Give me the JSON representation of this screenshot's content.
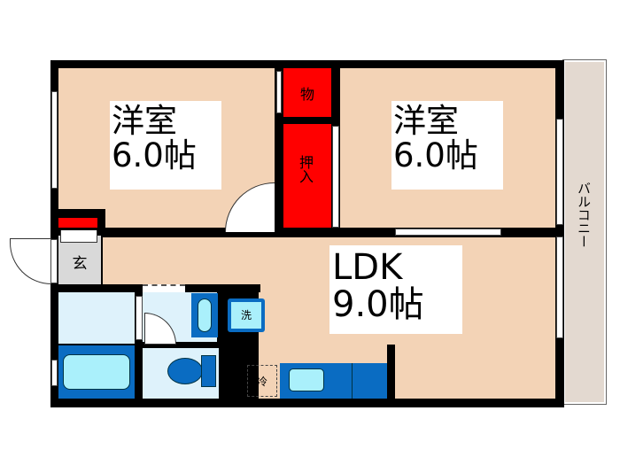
{
  "rooms": {
    "western_room_left": {
      "name": "洋室",
      "size": "6.0帖"
    },
    "western_room_right": {
      "name": "洋室",
      "size": "6.0帖"
    },
    "ldk": {
      "name": "LDK",
      "size": "9.0帖"
    },
    "storage": {
      "label": "物"
    },
    "closet": {
      "label": "押入"
    },
    "entrance": {
      "label": "玄"
    },
    "washer": {
      "label": "洗"
    },
    "fridge": {
      "label": "冷"
    },
    "balcony": {
      "label": "バルコニー"
    }
  },
  "colors": {
    "floor": "#f3d3b6",
    "closet": "#ff0000",
    "wall": "#000000",
    "wet_area": "#def2fb",
    "fixture_blue": "#0a6cc2",
    "fixture_light": "#aaf0fb",
    "balcony": "#e3d9d0",
    "entrance": "#d9d9d9"
  }
}
